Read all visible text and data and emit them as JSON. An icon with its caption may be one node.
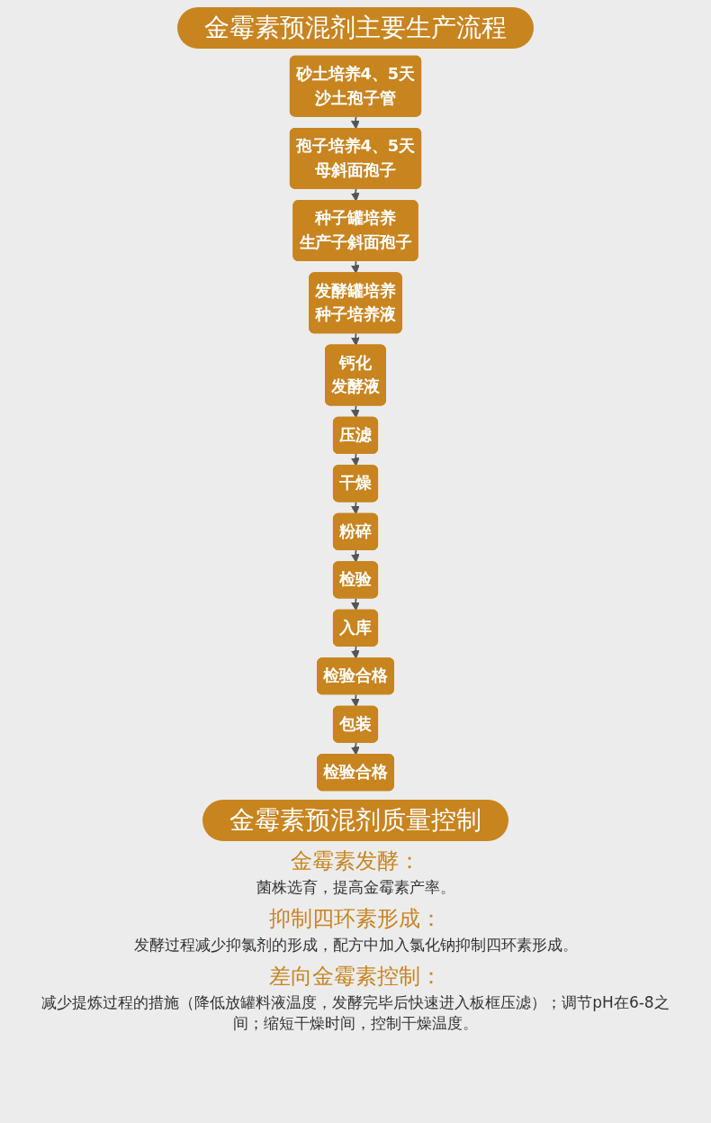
{
  "diagram": {
    "title": "金霉素预混剂主要生产流程",
    "nodes": [
      {
        "text": [
          "砂土培养4、5天",
          "沙土孢子管"
        ]
      },
      {
        "text": [
          "孢子培养4、5天",
          "母斜面孢子"
        ]
      },
      {
        "text": [
          "种子罐培养",
          "生产子斜面孢子"
        ]
      },
      {
        "text": [
          "压滤"
        ]
      },
      {
        "text": [
          "钙化",
          "发酵液"
        ]
      },
      {
        "text": [
          "发酵罐培养",
          "种子培养液"
        ]
      },
      {
        "text": [
          "干燥"
        ]
      },
      {
        "text": [
          "粉碎"
        ]
      },
      {
        "text": [
          "检验"
        ]
      },
      {
        "text": [
          "检验合格"
        ]
      },
      {
        "text": [
          "包装"
        ]
      },
      {
        "text": [
          "检验合格"
        ]
      },
      {
        "text": [
          "入库"
        ]
      }
    ],
    "edges": [
      {
        "from": 0,
        "to": 1,
        "arrow": "to"
      },
      {
        "from": 1,
        "to": 2,
        "arrow": "to"
      },
      {
        "from": 2,
        "to": 5,
        "arrow": "to"
      },
      {
        "from": 5,
        "to": 4,
        "arrow": "to"
      },
      {
        "from": 4,
        "to": 3,
        "arrow": "to"
      },
      {
        "from": 3,
        "to": 6,
        "arrow": "to"
      },
      {
        "from": 6,
        "to": 7,
        "arrow": "to"
      },
      {
        "from": 7,
        "to": 8,
        "arrow": "to"
      },
      {
        "from": 8,
        "to": 12,
        "arrow": "to"
      },
      {
        "from": 12,
        "to": 11,
        "arrow": "to"
      },
      {
        "from": 11,
        "to": 10,
        "arrow": "to"
      },
      {
        "from": 10,
        "to": 9,
        "arrow": "to"
      }
    ],
    "labels": [
      "金霉素预混剂质量控制",
      "金霉素发酵：",
      "菌株选育，提高金霉素产率。",
      "抑制四环素形成：",
      "发酵过程减少抑氯剂的形成，配方中加入氯化钠抑制四环素形成。",
      "差向金霉素控制：",
      "减少提炼过程的措施（降低放罐料液温度，发酵完毕后快速进入板框压滤）；调节pH在6-8之间；缩短干燥时间，控制干燥温度。"
    ]
  }
}
